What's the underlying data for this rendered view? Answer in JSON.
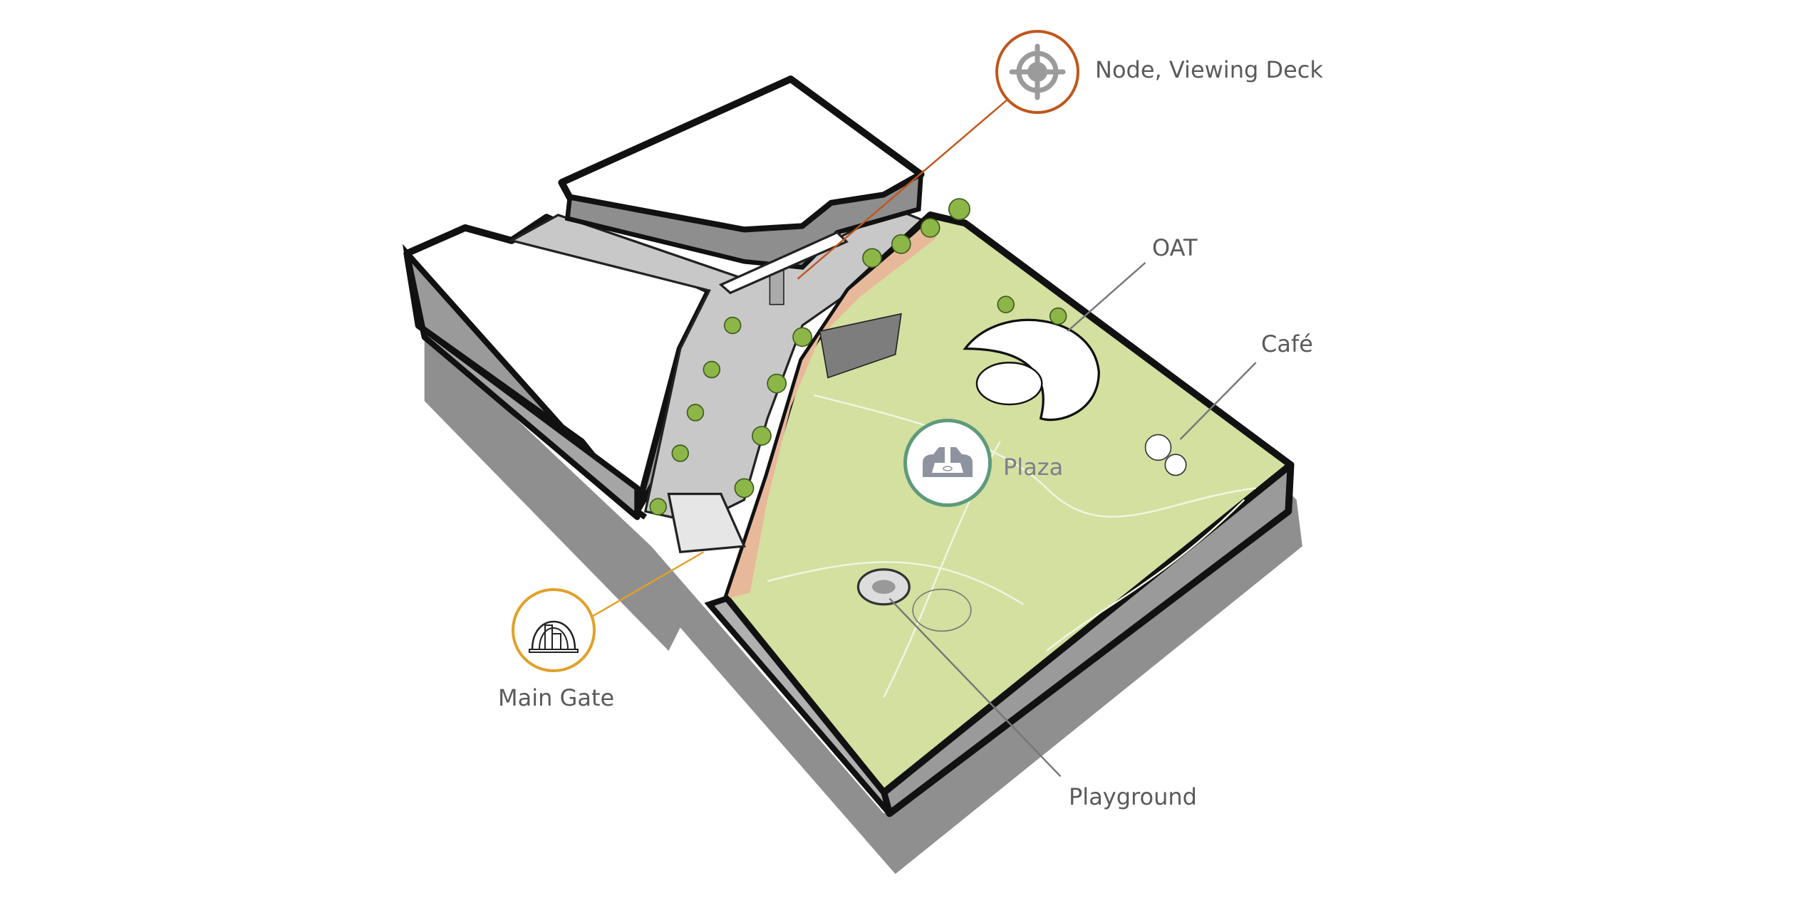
{
  "colors": {
    "node_accent": "#c0561c",
    "gate_accent": "#e0a12a",
    "plaza_accent": "#5e9a7c",
    "lawn": "#d3e0a0",
    "path": "#e8b89a",
    "icon_gray": "#9b9b9b",
    "label_text": "#5a5a5a"
  },
  "labels": {
    "node": "Node, Viewing Deck",
    "oat": "OAT",
    "cafe": "Café",
    "plaza": "Plaza",
    "main_gate": "Main Gate",
    "playground": "Playground"
  },
  "icons": {
    "node": "target-crosshair-icon",
    "plaza": "plaza-fountain-icon",
    "main_gate": "arch-gate-icon"
  }
}
